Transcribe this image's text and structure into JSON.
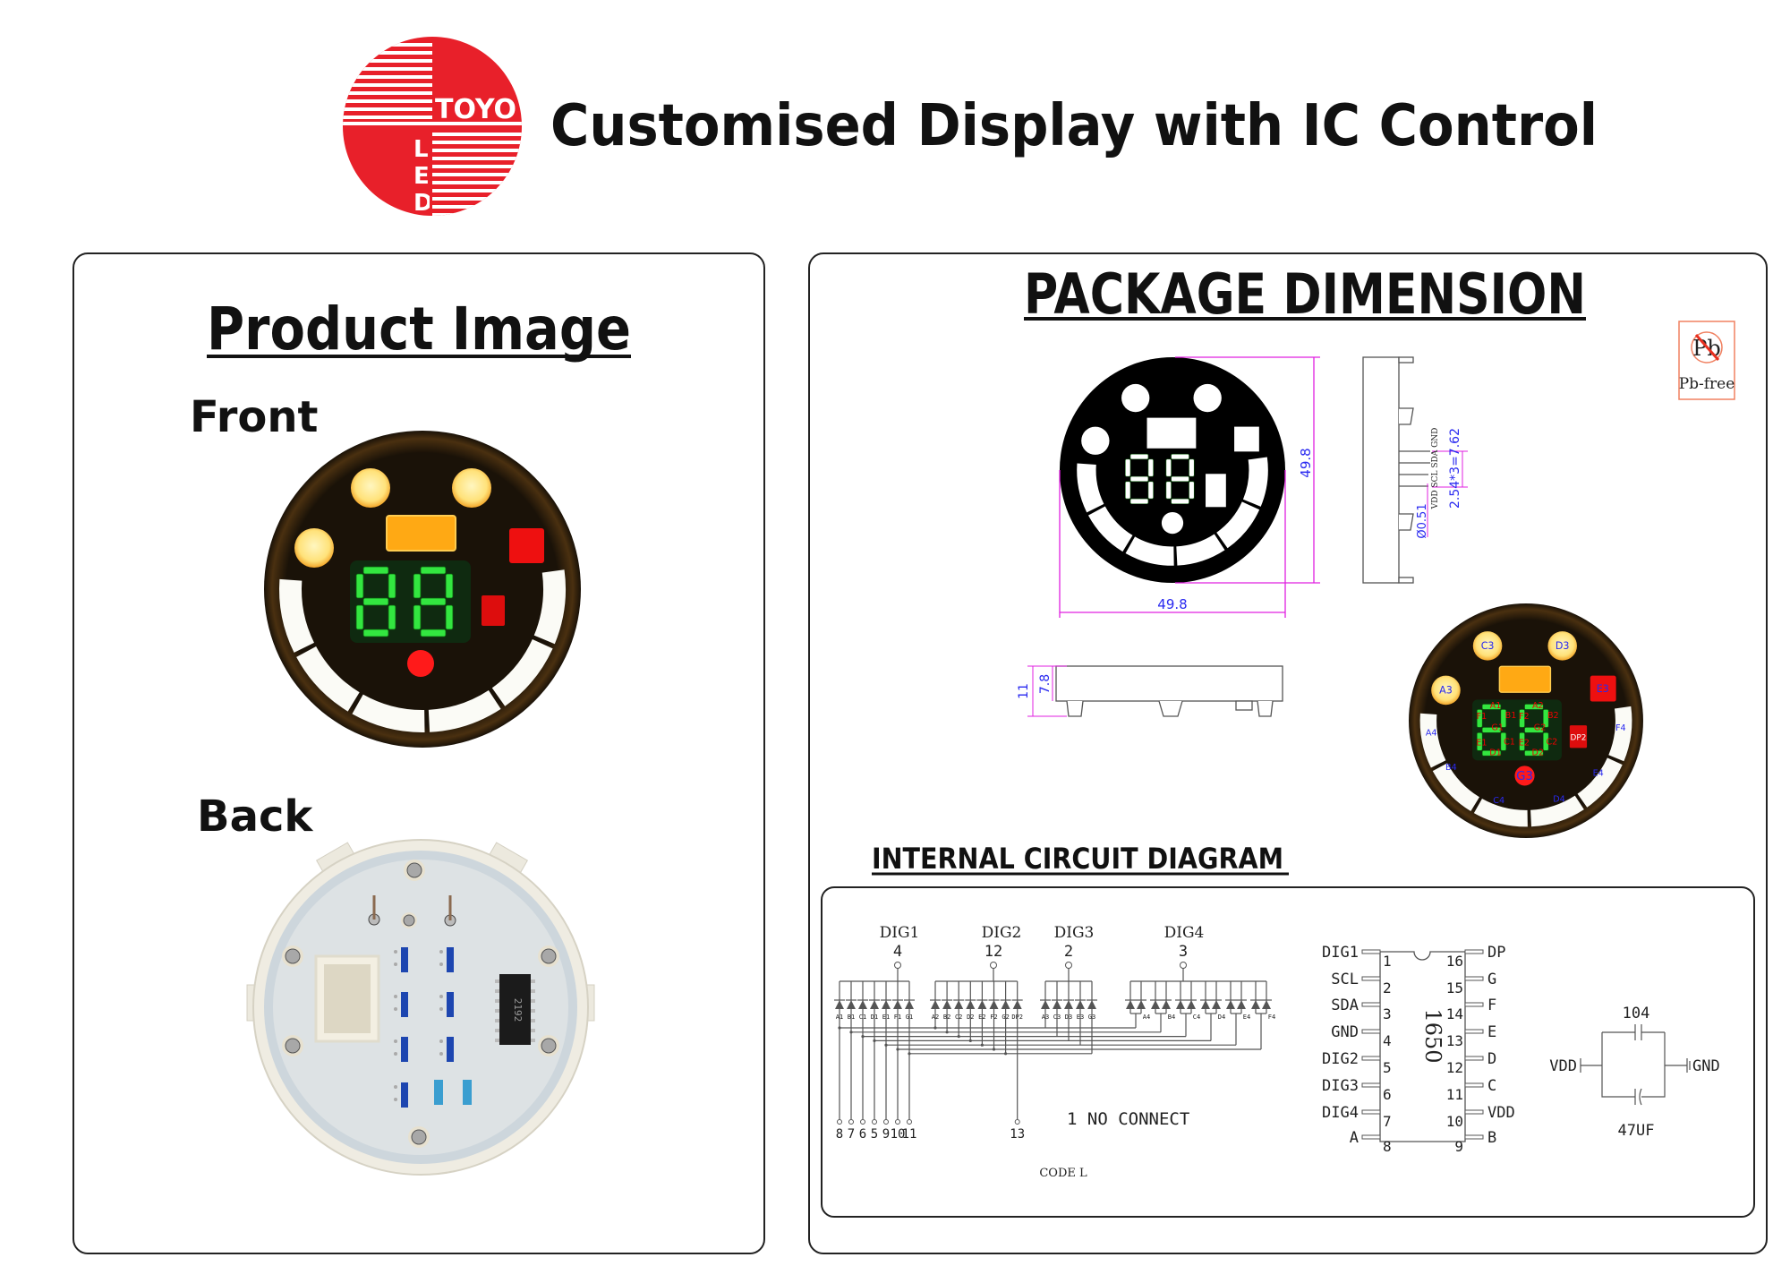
{
  "header": {
    "logo_text": {
      "top": "TOYO",
      "side": "LED"
    },
    "title": "Customised Display with IC Control",
    "brand_color": "#e8202a"
  },
  "product_panel": {
    "heading": "Product Image",
    "front_label": "Front",
    "back_label": "Back",
    "chip_marking": "2192"
  },
  "package_panel": {
    "heading": "PACKAGE DIMENSION",
    "pb_free": {
      "symbol": "Pb",
      "label": "Pb-free"
    },
    "dimensions": {
      "width": "49.8",
      "height": "49.8",
      "pin_pitch": "2.54*3=7.62",
      "pin_diameter": "Ø0.51",
      "pin_names": "VDD SCL SDA GND",
      "total_height": "11",
      "body_height": "7.8"
    },
    "segment_map": {
      "c3": "C3",
      "d3": "D3",
      "a3": "A3",
      "e3": "E3",
      "dp2": "DP2",
      "g3": "G3",
      "arc": [
        "A4",
        "B4",
        "C4",
        "D4",
        "E4",
        "F4"
      ],
      "digit1": [
        "A1",
        "B1",
        "C1",
        "D1",
        "E1",
        "F1",
        "G1"
      ],
      "digit2": [
        "A2",
        "B2",
        "C2",
        "D2",
        "E2",
        "F2",
        "G2"
      ]
    }
  },
  "circuit": {
    "heading": "INTERNAL CIRCUIT DIAGRAM",
    "digits": [
      {
        "name": "DIG1",
        "pin": "4",
        "segments": [
          "A1",
          "B1",
          "C1",
          "D1",
          "E1",
          "F1",
          "G1"
        ]
      },
      {
        "name": "DIG2",
        "pin": "12",
        "segments": [
          "A2",
          "B2",
          "C2",
          "D2",
          "E2",
          "F2",
          "G2",
          "DP2"
        ]
      },
      {
        "name": "DIG3",
        "pin": "2",
        "segments": [
          "A3",
          "C3",
          "D3",
          "E3",
          "G3"
        ]
      },
      {
        "name": "DIG4",
        "pin": "3",
        "segments": [
          "A4",
          "B4",
          "C4",
          "D4",
          "E4",
          "F4"
        ]
      }
    ],
    "bottom_pins": [
      "8",
      "7",
      "6",
      "5",
      "9",
      "10",
      "11"
    ],
    "dp_pin": "13",
    "note": "1 NO CONNECT",
    "code": "CODE L",
    "ic": {
      "name": "1650",
      "left_pins": [
        {
          "num": "1",
          "label": "DIG1"
        },
        {
          "num": "2",
          "label": "SCL"
        },
        {
          "num": "3",
          "label": "SDA"
        },
        {
          "num": "4",
          "label": "GND"
        },
        {
          "num": "5",
          "label": "DIG2"
        },
        {
          "num": "6",
          "label": "DIG3"
        },
        {
          "num": "7",
          "label": "DIG4"
        },
        {
          "num": "8",
          "label": "A"
        }
      ],
      "right_pins": [
        {
          "num": "16",
          "label": "DP"
        },
        {
          "num": "15",
          "label": "G"
        },
        {
          "num": "14",
          "label": "F"
        },
        {
          "num": "13",
          "label": "E"
        },
        {
          "num": "12",
          "label": "D"
        },
        {
          "num": "11",
          "label": "C"
        },
        {
          "num": "10",
          "label": "VDD"
        },
        {
          "num": "9",
          "label": "B"
        }
      ]
    },
    "capacitors": {
      "top": "104",
      "bottom": "47UF",
      "left": "VDD",
      "right": "GND"
    }
  }
}
